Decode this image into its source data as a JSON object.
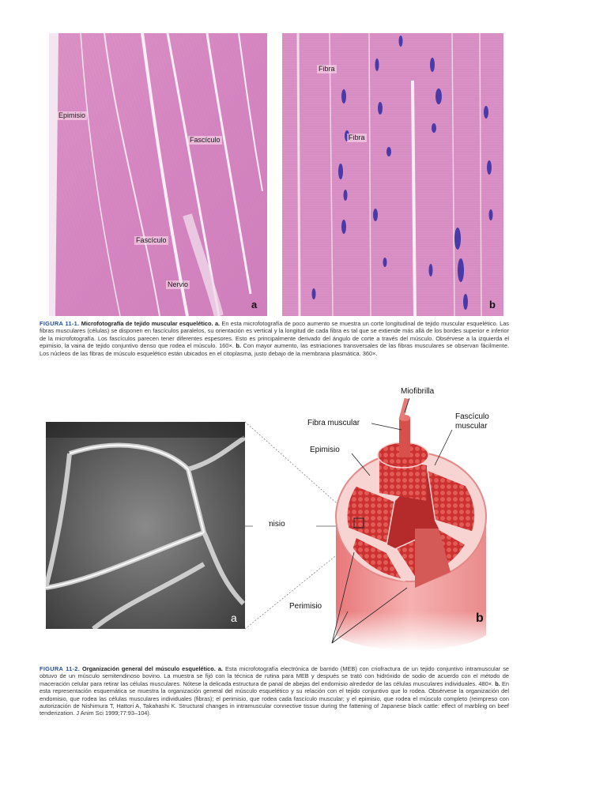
{
  "figure1": {
    "panel_a": {
      "labels": {
        "epimisio": "Epimisio",
        "fasciculo_1": "Fascículo",
        "fasciculo_2": "Fascículo",
        "nervio": "Nervio"
      },
      "letter": "a"
    },
    "panel_b": {
      "labels": {
        "fibra_1": "Fibra",
        "fibra_2": "Fibra"
      },
      "letter": "b"
    },
    "caption": {
      "figure_label": "FIGURA 11-1.",
      "title": "Microfotografía de tejido muscular esquelético.",
      "part_a": "a.",
      "text_a": "En esta microfotografía de poco aumento se muestra un corte longitudinal de tejido muscular esquelético. Las fibras musculares (células) se disponen en fascículos paralelos, su orientación es vertical y la longitud de cada fibra es tal que se extiende más allá de los bordes superior e inferior de la microfotografía. Los fascículos parecen tener diferentes espesores. Esto es principalmente derivado del ángulo de corte a través del músculo. Obsérvese a la izquierda el epimisio, la vaina de tejido conjuntivo denso que rodea el músculo. 160×.",
      "part_b": "b.",
      "text_b": "Con mayor aumento, las estriaciones transversales de las fibras musculares se observan fácilmente. Los núcleos de las fibras de músculo esquelético están ubicados en el citoplasma, justo debajo de la membrana plasmática. 360×."
    }
  },
  "figure2": {
    "panel_a": {
      "letter": "a"
    },
    "panel_b": {
      "letter": "b",
      "labels": {
        "miofibrilla": "Miofibrilla",
        "fibra_muscular": "Fibra muscular",
        "fasciculo_muscular_1": "Fascículo",
        "fasciculo_muscular_2": "muscular",
        "epimisio": "Epimisio",
        "endomisio": "Endomisio",
        "perimisio": "Perimisio"
      }
    },
    "caption": {
      "figure_label": "FIGURA 11-2.",
      "title": "Organización general del músculo esquelético.",
      "part_a": "a.",
      "text_a": "Esta microfotografía electrónica de barrido (MEB) con criofractura de un tejido conjuntivo intramuscular se obtuvo de un músculo semitendinoso bovino. La muestra se fijó con la técnica de rutina para MEB y después se trató con hidróxido de sodio de acuerdo con el método de maceración celular para retirar las células musculares. Nótese la delicada estructura de panal de abejas del endomisio alrededor de las células musculares individuales. 480×.",
      "part_b": "b.",
      "text_b": "En esta representación esquemática se muestra la organización general del músculo esquelético y su relación con el tejido conjuntivo que lo rodea. Obsérvese la organización del endomisio, que rodea las células musculares individuales (fibras); el perimisio, que rodea cada fascículo muscular; y el epimisio, que rodea el músculo completo (reimpreso con autorización de Nishimura T, Hattori A, Takahashi K. Structural changes in intramuscular connective tissue during the fattening of Japanese black cattle: effect of marbling on beef tenderization. J Anim Sci 1999;77:93–104)."
    }
  },
  "colors": {
    "he_pink": "#d98cbf",
    "nuclei": "#4a3aa8",
    "caption_blue": "#1f4e9c",
    "muscle_red": "#d9534f"
  }
}
